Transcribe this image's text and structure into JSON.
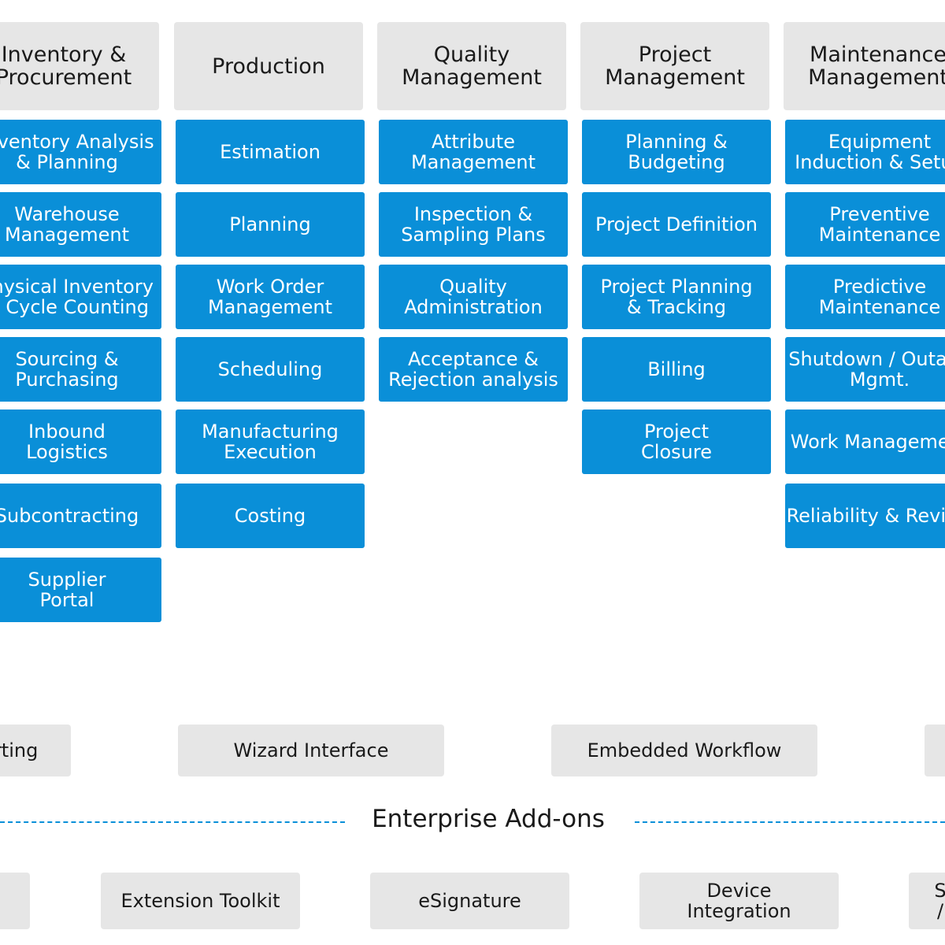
{
  "columns": [
    {
      "header": "Inventory &\nProcurement",
      "modules": [
        "Inventory Analysis\n& Planning",
        "Warehouse\nManagement",
        "Physical Inventory\n& Cycle Counting",
        "Sourcing &\nPurchasing",
        "Inbound\nLogistics",
        "Subcontracting",
        "Supplier\nPortal"
      ]
    },
    {
      "header": "Production",
      "modules": [
        "Estimation",
        "Planning",
        "Work Order\nManagement",
        "Scheduling",
        "Manufacturing\nExecution",
        "Costing"
      ]
    },
    {
      "header": "Quality\nManagement",
      "modules": [
        "Attribute\nManagement",
        "Inspection &\nSampling Plans",
        "Quality\nAdministration",
        "Acceptance &\nRejection analysis"
      ]
    },
    {
      "header": "Project\nManagement",
      "modules": [
        "Planning &\nBudgeting",
        "Project Definition",
        "Project Planning\n& Tracking",
        "Billing",
        "Project\nClosure"
      ]
    },
    {
      "header": "Maintenance\nManagement",
      "modules": [
        "Equipment\nInduction & Setup",
        "Preventive\nMaintenance",
        "Predictive\nMaintenance",
        "Shutdown / Outage\nMgmt.",
        "Work Management",
        "Reliability & Review"
      ]
    }
  ],
  "platform_features": [
    "Reporting",
    "Wizard Interface",
    "Embedded Workflow",
    ""
  ],
  "addons_title": "Enterprise Add-ons",
  "addons": [
    "",
    "Extension Toolkit",
    "eSignature",
    "Device\nIntegration",
    "S\n/"
  ],
  "colors": {
    "module_blue": "#0a8fd8",
    "header_gray": "#e6e6e6",
    "text_dark": "#1a1a1a"
  }
}
